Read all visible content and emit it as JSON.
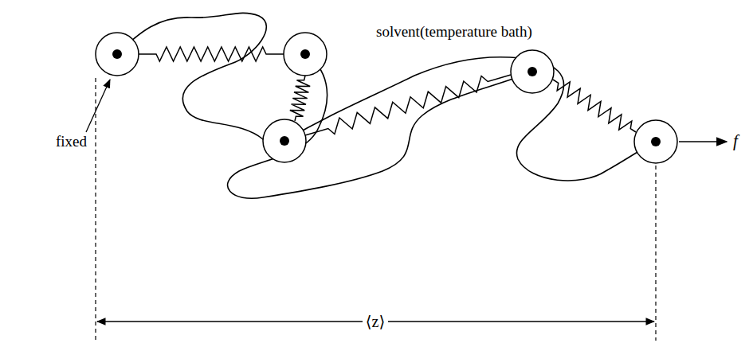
{
  "diagram": {
    "labels": [
      "solvent(temperature bath)",
      "fixed",
      "⟨z⟩",
      "f"
    ]
  }
}
